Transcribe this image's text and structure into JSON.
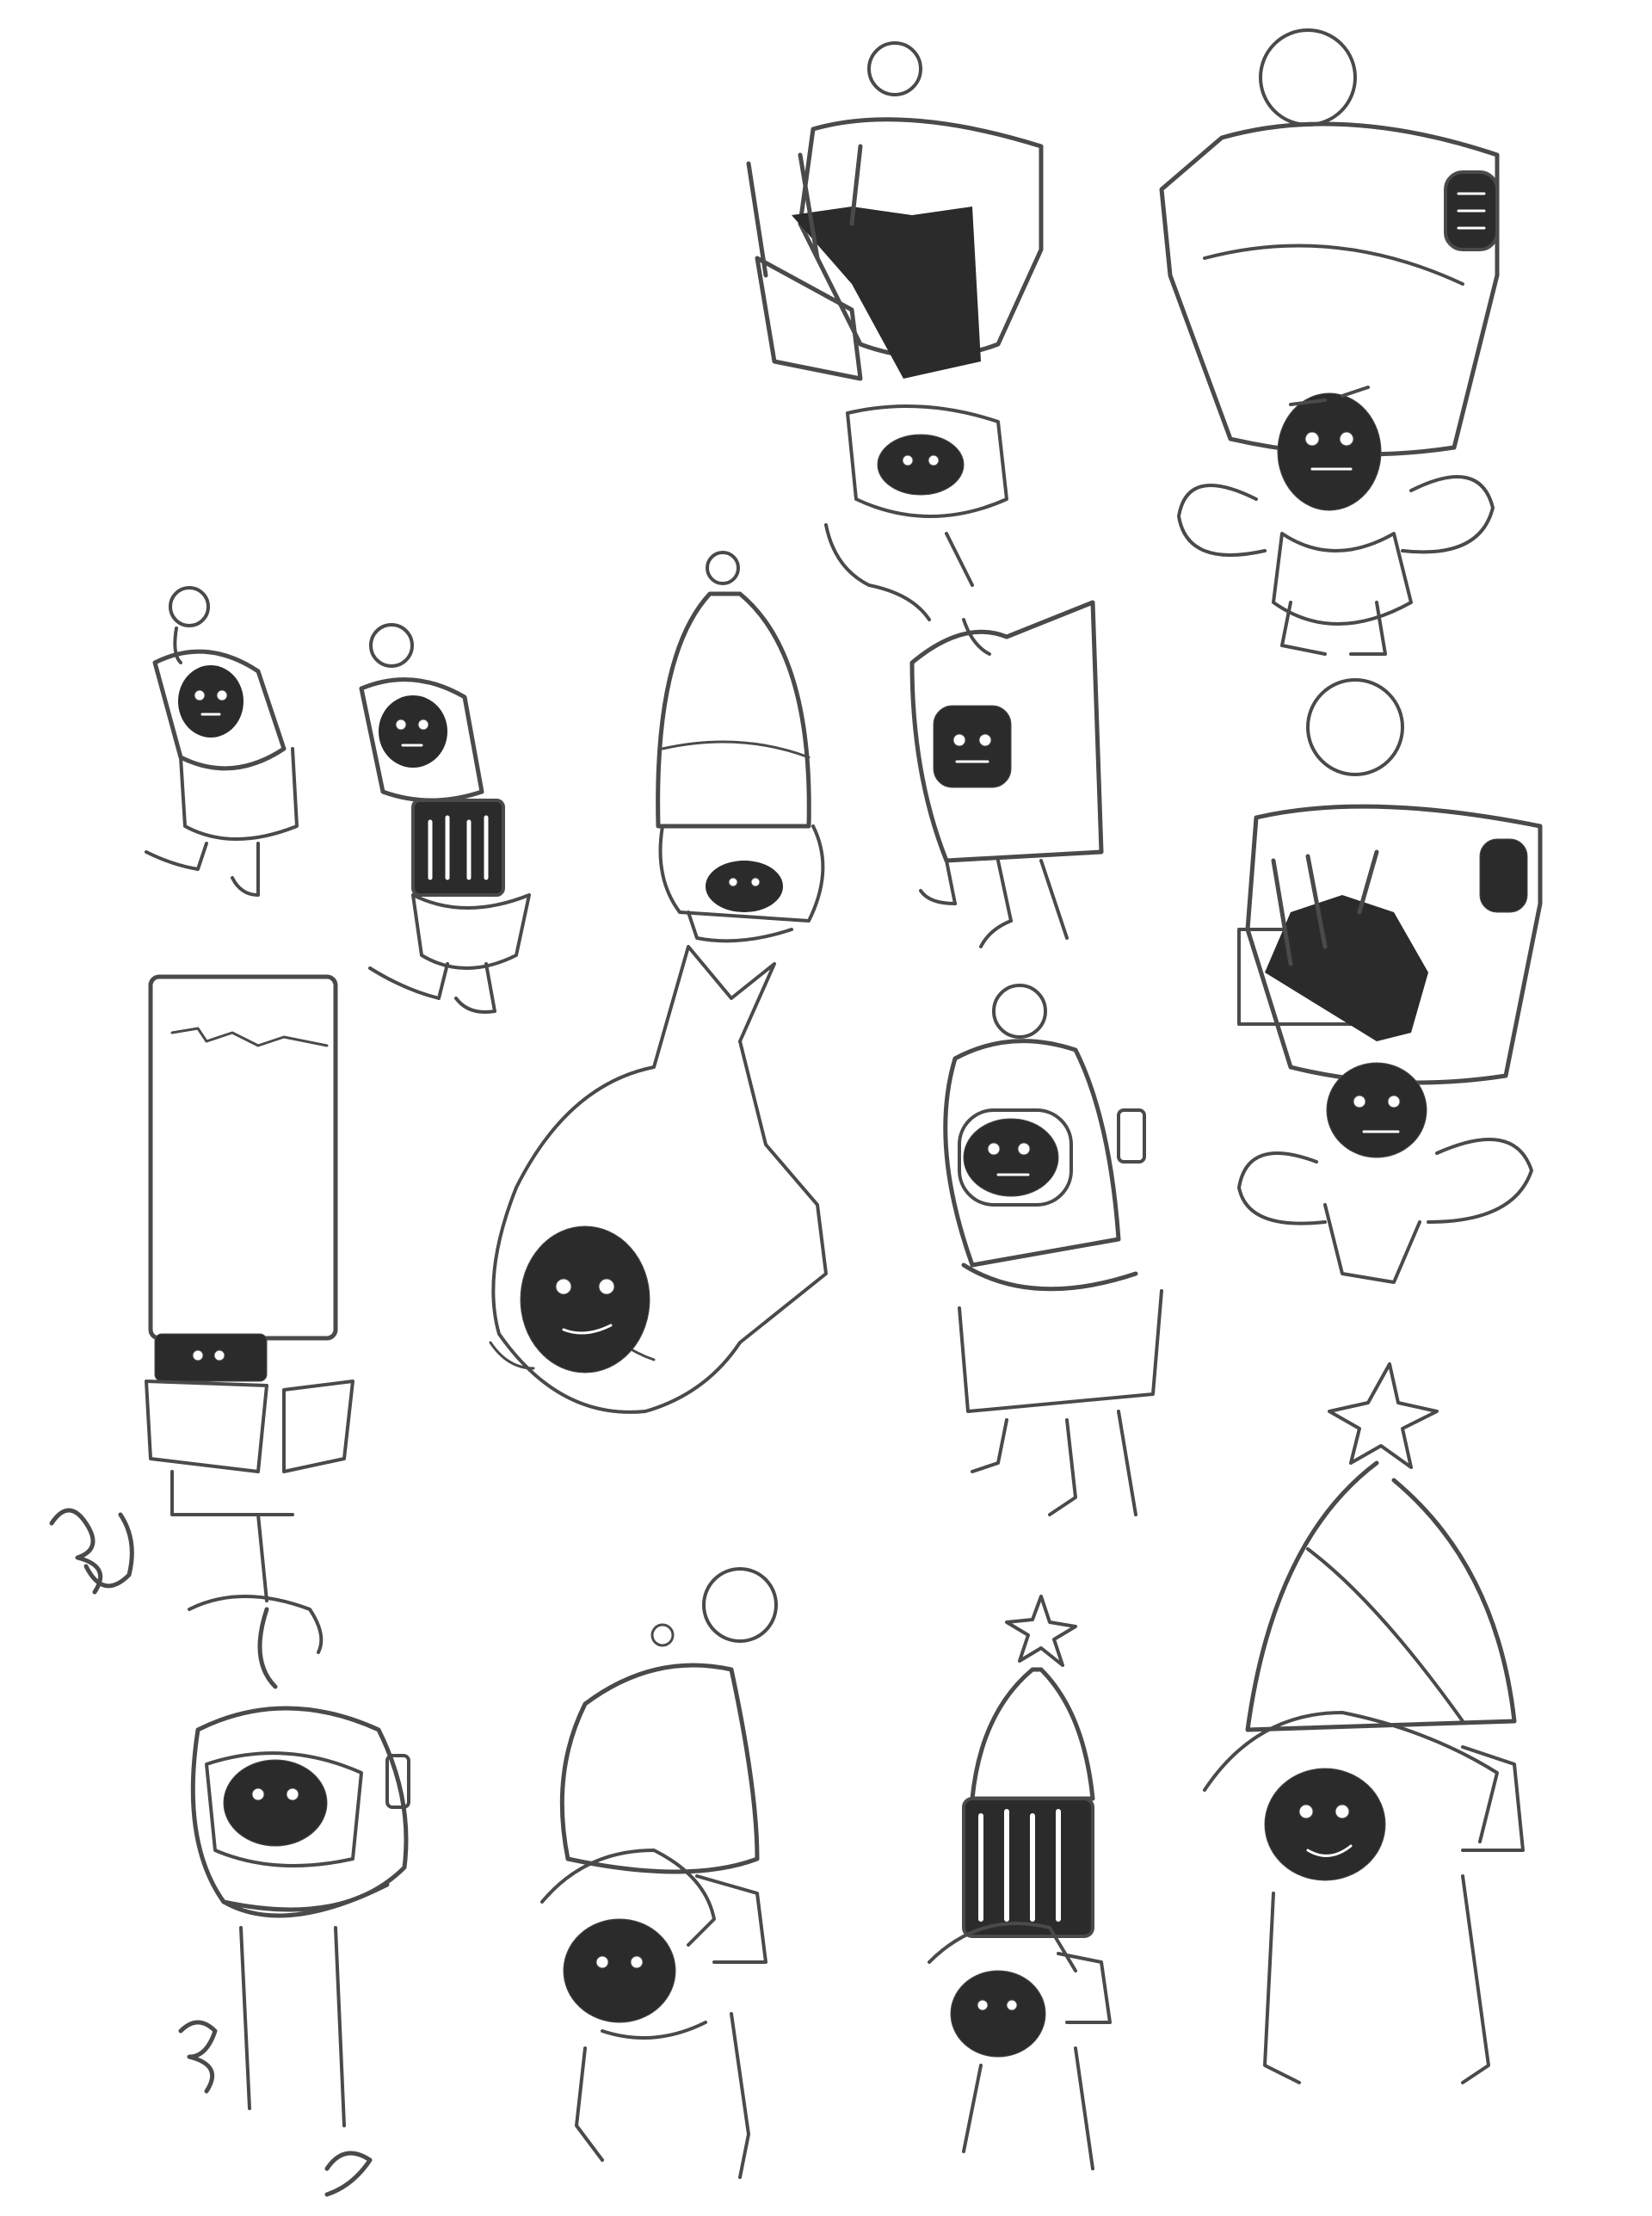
{
  "sheet": {
    "background": "#ffffff",
    "ink_color": "#4a4a4a",
    "face_color": "#2b2b2b",
    "eye_color": "#ffffff"
  },
  "sketches": [
    {
      "name": "small-robot-bulb",
      "kind": "small"
    },
    {
      "name": "small-robot-tools",
      "kind": "small-tools"
    },
    {
      "name": "cone-robot",
      "kind": "cone"
    },
    {
      "name": "box-robot",
      "kind": "box"
    },
    {
      "name": "big-robot-back",
      "kind": "big"
    },
    {
      "name": "tall-box-robot",
      "kind": "tall-box"
    },
    {
      "name": "ghost-robot",
      "kind": "ghost"
    },
    {
      "name": "capsule-robot",
      "kind": "capsule"
    },
    {
      "name": "big-robot-front",
      "kind": "big-open"
    },
    {
      "name": "diving-helmet-robot",
      "kind": "helmet"
    },
    {
      "name": "hair-robot-bulb",
      "kind": "hair"
    },
    {
      "name": "star-robot-small",
      "kind": "star-small"
    },
    {
      "name": "star-robot-large",
      "kind": "star-large"
    },
    {
      "name": "open-pack-robot",
      "kind": "open-pack"
    }
  ]
}
